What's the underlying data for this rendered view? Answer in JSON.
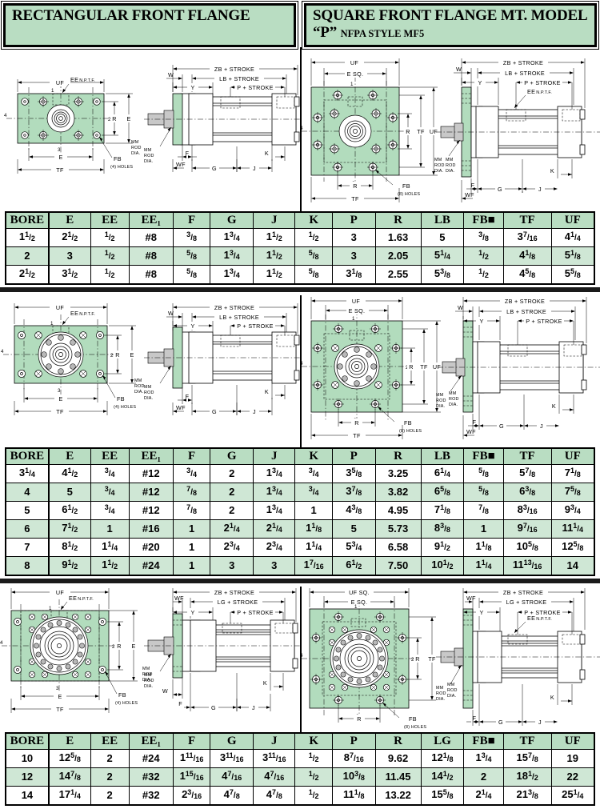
{
  "sections": [
    {
      "id": "rect-front-flange",
      "title_main": "RECTANGULAR FRONT FLANGE",
      "title_sub": ""
    },
    {
      "id": "square-front-flange",
      "title_main": "SQUARE FRONT FLANGE MT. MODEL “P”",
      "title_sub": "NFPA STYLE MF5"
    }
  ],
  "drawing_labels": {
    "uf": "UF",
    "uf_sq": "UF SQ.",
    "e": "E",
    "e_sq": "E SQ.",
    "ee_nptf": "EE",
    "nptf": "N.P.T.F.",
    "tf": "TF",
    "r": "R",
    "fb": "FB",
    "fb_holes_4": "(4) HOLES",
    "fb_holes_8": "(8) HOLES",
    "mm": "MM",
    "rod": "ROD",
    "dia": "DIA.",
    "zb_stroke": "ZB + STROKE",
    "lb_stroke": "LB + STROKE",
    "lg_stroke": "LG + STROKE",
    "p_stroke": "P + STROKE",
    "w": "W",
    "wf": "WF",
    "y": "Y",
    "f": "F",
    "g": "G",
    "j": "J",
    "k": "K",
    "n1": "1",
    "n2": "2",
    "n3": "3",
    "n4": "4"
  },
  "tables": [
    {
      "id": "table-bore-1p5-to-2p5",
      "headers": [
        "BORE",
        "E",
        "EE",
        "EE₁",
        "F",
        "G",
        "J",
        "K",
        "P",
        "R",
        "LB",
        "FB■",
        "TF",
        "UF"
      ],
      "rows": [
        [
          "1 1/2",
          "2 1/2",
          "1/2",
          "#8",
          "3/8",
          "1 3/4",
          "1 1/2",
          "1/2",
          "3",
          "1.63",
          "5",
          "3/8",
          "3 7/16",
          "4 1/4"
        ],
        [
          "2",
          "3",
          "1/2",
          "#8",
          "5/8",
          "1 3/4",
          "1 1/2",
          "5/8",
          "3",
          "2.05",
          "5 1/4",
          "1/2",
          "4 1/8",
          "5 1/8"
        ],
        [
          "2 1/2",
          "3 1/2",
          "1/2",
          "#8",
          "5/8",
          "1 3/4",
          "1 1/2",
          "5/8",
          "3 1/8",
          "2.55",
          "5 3/8",
          "1/2",
          "4 5/8",
          "5 5/8"
        ]
      ]
    },
    {
      "id": "table-bore-3p25-to-8",
      "headers": [
        "BORE",
        "E",
        "EE",
        "EE₁",
        "F",
        "G",
        "J",
        "K",
        "P",
        "R",
        "LB",
        "FB■",
        "TF",
        "UF"
      ],
      "rows": [
        [
          "3 1/4",
          "4 1/2",
          "3/4",
          "#12",
          "3/4",
          "2",
          "1 3/4",
          "3/4",
          "3 5/8",
          "3.25",
          "6 1/4",
          "5/8",
          "5 7/8",
          "7 1/8"
        ],
        [
          "4",
          "5",
          "3/4",
          "#12",
          "7/8",
          "2",
          "1 3/4",
          "3/4",
          "3 7/8",
          "3.82",
          "6 5/8",
          "5/8",
          "6 3/8",
          "7 5/8"
        ],
        [
          "5",
          "6 1/2",
          "3/4",
          "#12",
          "7/8",
          "2",
          "1 3/4",
          "1",
          "4 3/8",
          "4.95",
          "7 1/8",
          "7/8",
          "8 3/16",
          "9 3/4"
        ],
        [
          "6",
          "7 1/2",
          "1",
          "#16",
          "1",
          "2 1/4",
          "2 1/4",
          "1 1/8",
          "5",
          "5.73",
          "8 3/8",
          "1",
          "9 7/16",
          "11 1/4"
        ],
        [
          "7",
          "8 1/2",
          "1 1/4",
          "#20",
          "1",
          "2 3/4",
          "2 3/4",
          "1 1/4",
          "5 3/4",
          "6.58",
          "9 1/2",
          "1 1/8",
          "10 5/8",
          "12 5/8"
        ],
        [
          "8",
          "9 1/2",
          "1 1/2",
          "#24",
          "1",
          "3",
          "3",
          "1 7/16",
          "6 1/2",
          "7.50",
          "10 1/2",
          "1 1/4",
          "11 13/16",
          "14"
        ]
      ]
    },
    {
      "id": "table-bore-10-to-14",
      "headers": [
        "BORE",
        "E",
        "EE",
        "EE₁",
        "F",
        "G",
        "J",
        "K",
        "P",
        "R",
        "LG",
        "FB■",
        "TF",
        "UF"
      ],
      "rows": [
        [
          "10",
          "12 5/8",
          "2",
          "#24",
          "1 11/16",
          "3 11/16",
          "3 11/16",
          "1/2",
          "8 7/16",
          "9.62",
          "12 1/8",
          "1 3/4",
          "15 7/8",
          "19"
        ],
        [
          "12",
          "14 7/8",
          "2",
          "#32",
          "1 15/16",
          "4 7/16",
          "4 7/16",
          "1/2",
          "10 3/8",
          "11.45",
          "14 1/2",
          "2",
          "18 1/2",
          "22"
        ],
        [
          "14",
          "17 1/4",
          "2",
          "#32",
          "2 3/16",
          "4 7/8",
          "4 7/8",
          "1/2",
          "11 1/8",
          "13.22",
          "15 5/8",
          "2 1/4",
          "21 3/8",
          "25 1/4"
        ]
      ]
    }
  ],
  "colors": {
    "header_green": "#b9ddc2",
    "row_alt_green": "#cfe7d5",
    "flange_fill": "#b2dcbd",
    "line": "#000000"
  }
}
